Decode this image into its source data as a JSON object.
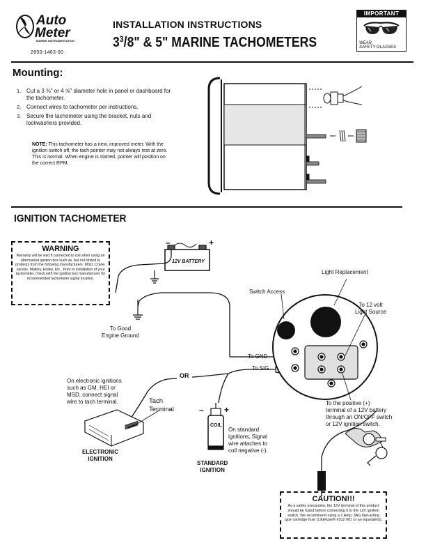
{
  "header": {
    "logo_line1": "Auto",
    "logo_line2": "Meter",
    "logo_tagline": "MARINE INSTRUMENTATION",
    "part_number": "2650-1463-00",
    "subtitle": "INSTALLATION INSTRUCTIONS",
    "title_prefix": "3",
    "title_sup": "3",
    "title_frac_rest": "/8\" & 5\" MARINE TACHOMETERS",
    "important_label": "IMPORTANT",
    "important_caption_1": "WEAR",
    "important_caption_2": "SAFETY GLASSES"
  },
  "mounting": {
    "heading": "Mounting:",
    "steps": [
      {
        "num": "1.",
        "text": "Cut a 3 ⅜\" or 4 ⅝\" diameter hole in panel or dashboard for the tachometer."
      },
      {
        "num": "2.",
        "text": "Connect wires to tachometer per instructions."
      },
      {
        "num": "3.",
        "text": "Secure the tachometer using the bracket, nuts and lockwashers provided."
      }
    ],
    "note_label": "NOTE:",
    "note_text": " This tachometer has a new, improved meter. With the ignition switch off, the tach pointer may not always rest at zero. This is normal. When engine is started, pointer will position on the correct RPM."
  },
  "ignition": {
    "heading": "IGNITION TACHOMETER",
    "warning_title": "WARNING",
    "warning_text": "Warranty will be void if connected to coil when using an aftermarket ignition box such as, but not limited to products from the following manufacturers: MSD, Crane, Jacobs, Mallory, Holley, Etc.. Prior to installation of your tachometer, check with the ignition box manufacturer for recommended tachometer signal location.",
    "battery_label": "12V BATTERY",
    "battery_minus": "–",
    "battery_plus": "+",
    "ground_label_1": "To Good",
    "ground_label_2": "Engine Ground",
    "switch_access": "Switch Access",
    "light_replacement": "Light Replacement",
    "to_12v_1": "To 12 volt",
    "to_12v_2": "Light Source",
    "to_gnd": "To GND",
    "to_sig": "To SIG",
    "or_label": "OR",
    "electronic_note_1": "On electronic ignitions",
    "electronic_note_2": "such as GM, HEI or",
    "electronic_note_3": "MSD, connect signal",
    "electronic_note_4": "wire to tach terminal.",
    "tach_terminal_1": "Tach",
    "tach_terminal_2": "Terminal",
    "electronic_ignition_1": "ELECTRONIC",
    "electronic_ignition_2": "IGNITION",
    "coil_label": "COIL",
    "coil_minus": "–",
    "coil_plus": "+",
    "standard_note_1": "On standard",
    "standard_note_2": "ignitions, Signal",
    "standard_note_3": "wire attaches to",
    "standard_note_4": "coil negative (-).",
    "standard_ignition_1": "STANDARD",
    "standard_ignition_2": "IGNITION",
    "positive_note_1": "To the positive (+)",
    "positive_note_2": "terminal of a 12V battery",
    "positive_note_3": "through an ON/OFF switch",
    "positive_note_4": "or 12V ignition switch.",
    "caution_title": "CAUTION!!!",
    "caution_text": "As a safety precaution, the 12V terminal of this product should be fused before connecting it to the 12V ignition switch. We recommend using a 1 Amp, 3AG fast-acting type cartridge fuse (Littlefuse® #312 001 or an equivalent)."
  }
}
